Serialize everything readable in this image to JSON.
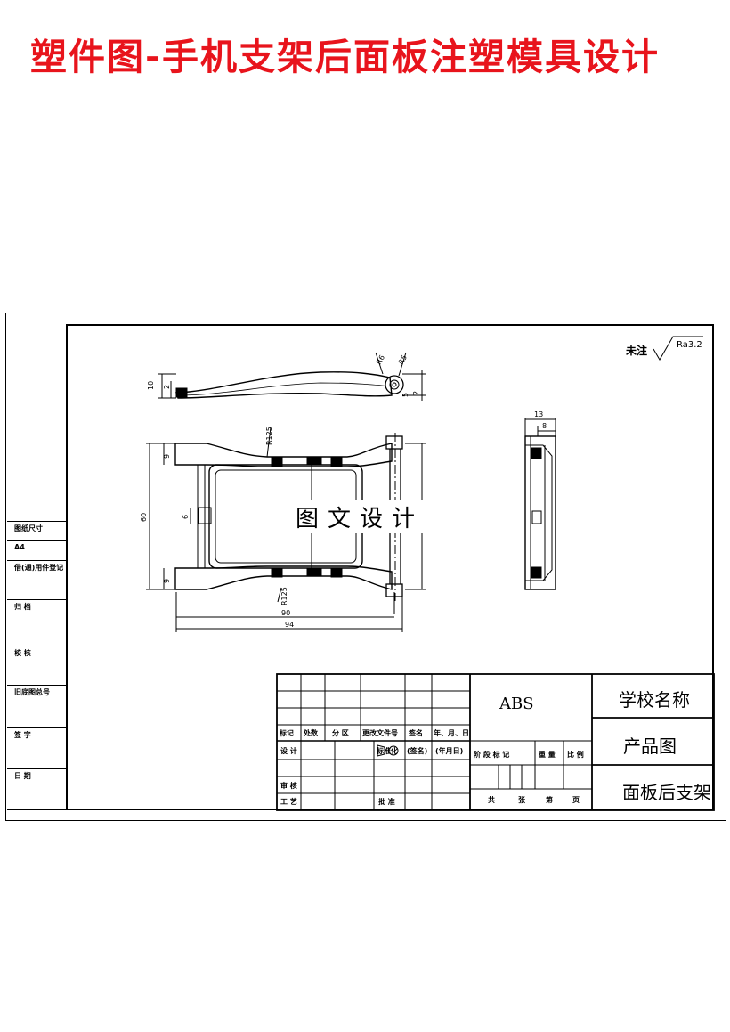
{
  "page_title": "塑件图-手机支架后面板注塑模具设计",
  "watermark": "图文设计",
  "roughness": {
    "note": "未注",
    "value": "Ra3.2"
  },
  "dimensions": {
    "top_height": "10",
    "top_thickness": "2",
    "top_r_small": "R6",
    "top_r_large": "R5",
    "top_side": "2",
    "top_width": "5",
    "plan_top_tab": "9",
    "plan_height": "60",
    "plan_slot": "6",
    "plan_bottom_tab": "9",
    "plan_r_top": "R125",
    "plan_r_bottom": "R125",
    "plan_width_inner": "90",
    "plan_width_outer": "94",
    "side_width": "13",
    "side_inner": "8"
  },
  "sidebar": [
    "图纸尺寸",
    "A4",
    "借(通)用件登记",
    "归 档",
    "校 核",
    "旧底图总号",
    "签 字",
    "日 期"
  ],
  "title_block": {
    "revision_headers": [
      "标记",
      "处数",
      "分 区",
      "更改文件号",
      "签名",
      "年、月、日"
    ],
    "design": "设 计",
    "standardization": "标准化",
    "signature": "(签名)",
    "date_label": "(年月日)",
    "review": "审 核",
    "process": "工 艺",
    "approve": "批 准",
    "stage_headers": [
      "阶 段 标 记",
      "重 量",
      "比 例"
    ],
    "sheet_info": [
      "共",
      "张",
      "第",
      "页"
    ],
    "material": "ABS",
    "school": "学校名称",
    "drawing_kind": "产品图",
    "part_name": "面板后支架"
  }
}
